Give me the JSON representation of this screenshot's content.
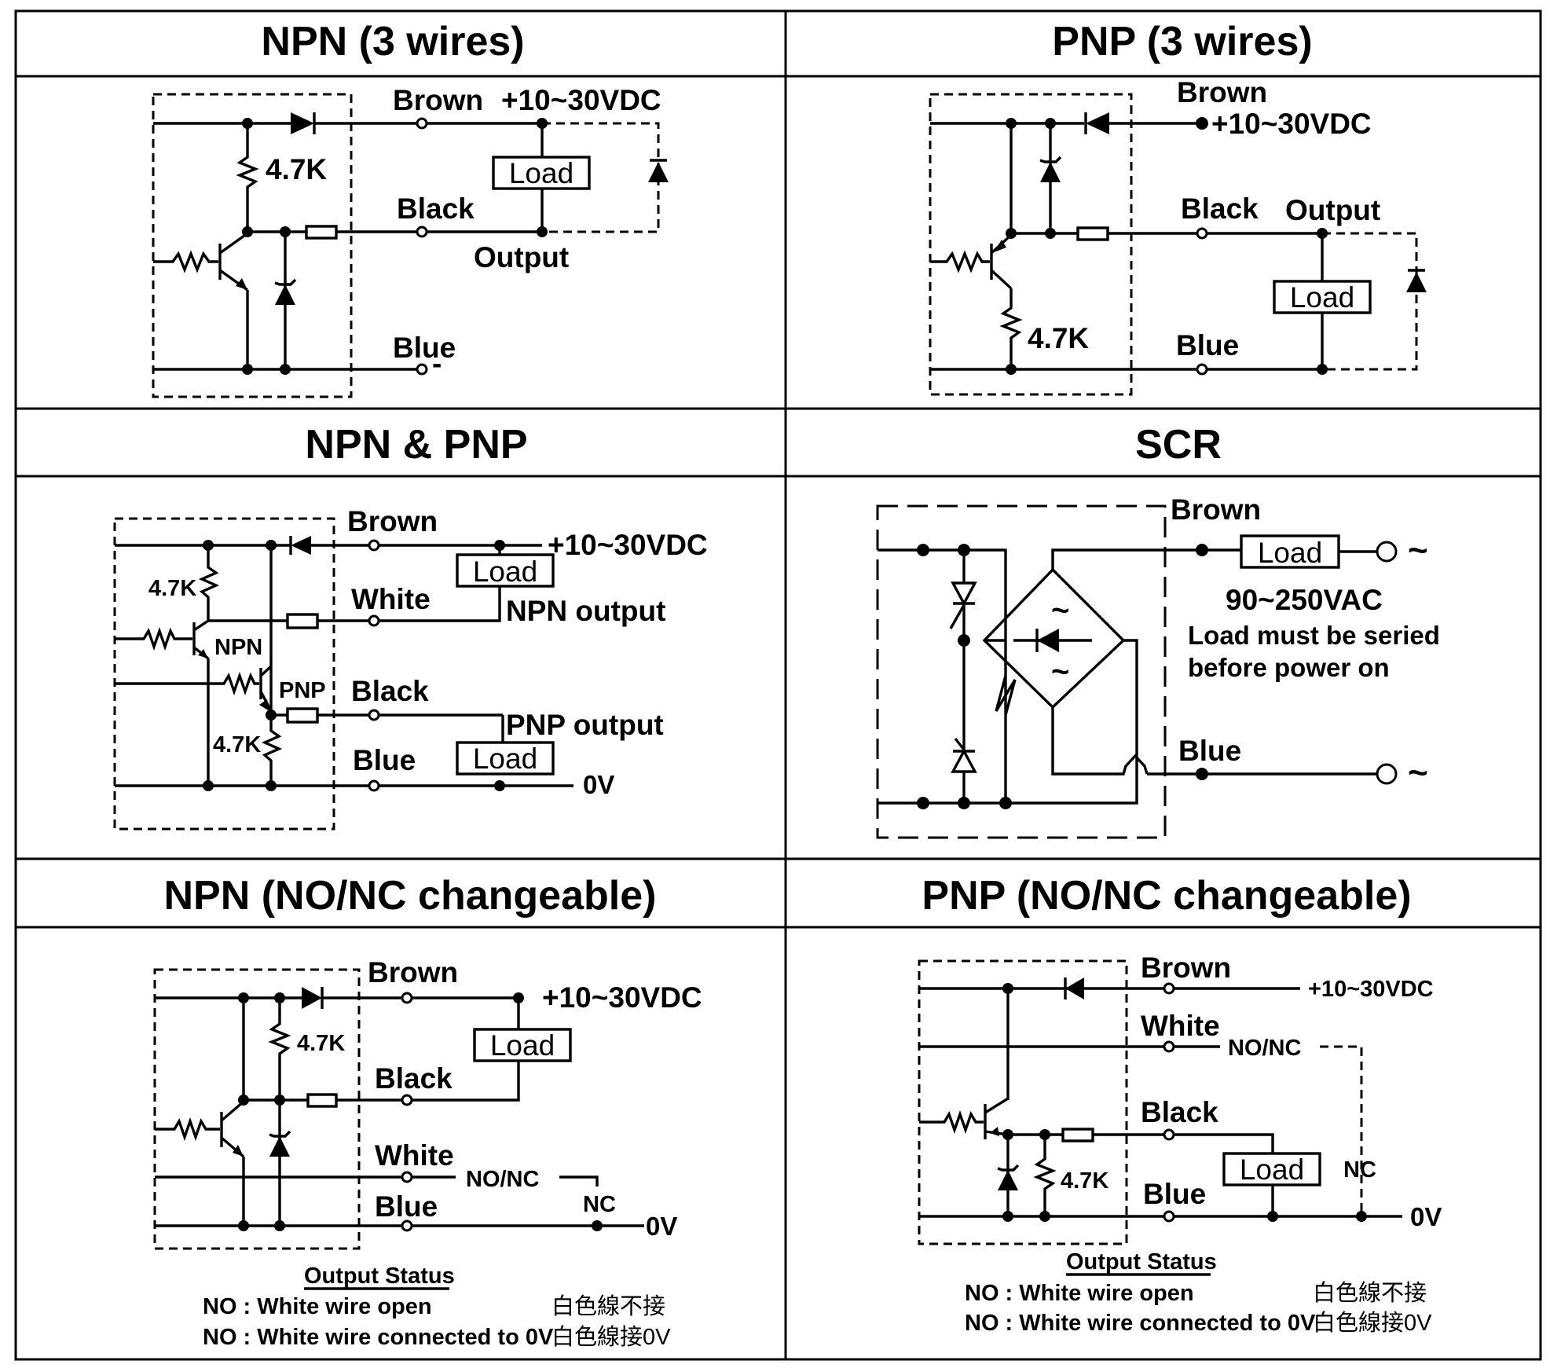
{
  "panels": {
    "npn3": {
      "title": "NPN (3 wires)",
      "brown": "Brown",
      "supply": "+10~30VDC",
      "resistor": "4.7K",
      "load": "Load",
      "black": "Black",
      "output": "Output",
      "blue": "Blue",
      "minus": "-"
    },
    "pnp3": {
      "title": "PNP (3 wires)",
      "brown": "Brown",
      "supply": "+10~30VDC",
      "black": "Black",
      "output": "Output",
      "load": "Load",
      "resistor": "4.7K",
      "blue": "Blue"
    },
    "npnpnp": {
      "title": "NPN & PNP",
      "brown": "Brown",
      "supply": "+10~30VDC",
      "r_top": "4.7K",
      "load_top": "Load",
      "white": "White",
      "npn_output": "NPN output",
      "npn": "NPN",
      "pnp": "PNP",
      "black": "Black",
      "pnp_output": "PNP output",
      "r_bottom": "4.7K",
      "blue": "Blue",
      "load_bottom": "Load",
      "zero_v": "0V"
    },
    "scr": {
      "title": "SCR",
      "brown": "Brown",
      "load": "Load",
      "tilde": "~",
      "voltage": "90~250VAC",
      "note_line1": "Load must be seried",
      "note_line2": "before power on",
      "blue": "Blue"
    },
    "npn_nonc": {
      "title": "NPN (NO/NC changeable)",
      "brown": "Brown",
      "supply": "+10~30VDC",
      "resistor": "4.7K",
      "load": "Load",
      "black": "Black",
      "white": "White",
      "nonc": "NO/NC",
      "nc": "NC",
      "blue": "Blue",
      "zero_v": "0V",
      "status_title": "Output Status",
      "status1": "NO : White wire open",
      "status1_cn": "白色線不接",
      "status2": "NO : White wire connected to 0V",
      "status2_cn": "白色線接0V"
    },
    "pnp_nonc": {
      "title": "PNP (NO/NC changeable)",
      "brown": "Brown",
      "supply": "+10~30VDC",
      "white": "White",
      "nonc": "NO/NC",
      "black": "Black",
      "resistor": "4.7K",
      "load": "Load",
      "nc": "NC",
      "blue": "Blue",
      "zero_v": "0V",
      "status_title": "Output Status",
      "status1": "NO : White wire open",
      "status1_cn": "白色線不接",
      "status2": "NO : White wire connected to 0V",
      "status2_cn": "白色線接0V"
    }
  }
}
